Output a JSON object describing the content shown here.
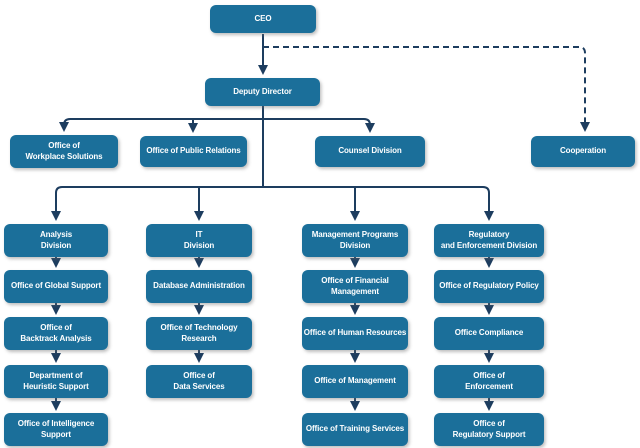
{
  "colors": {
    "background": "#ffffff",
    "node_fill": "#1b6f9a",
    "node_text": "#ffffff",
    "connector": "#1d3d5f"
  },
  "nodes": {
    "ceo": "CEO",
    "deputy_director": "Deputy Director",
    "workplace_solutions": "Office of\nWorkplace Solutions",
    "public_relations": "Office of Public Relations",
    "counsel_division": "Counsel Division",
    "cooperation": "Cooperation",
    "analysis_division": "Analysis\nDivision",
    "global_support": "Office of Global Support",
    "backtrack_analysis": "Office of\nBacktrack Analysis",
    "heuristic_support": "Department of\nHeuristic Support",
    "intelligence_support": "Office of Intelligence\nSupport",
    "it_division": "IT\nDivision",
    "database_administration": "Database Administration",
    "technology_research": "Office of Technology\nResearch",
    "data_services": "Office of\nData Services",
    "management_programs_division": "Management Programs\nDivision",
    "financial_management": "Office of Financial\nManagement",
    "human_resources": "Office of Human Resources",
    "office_of_management": "Office of Management",
    "training_services": "Office of Training Services",
    "regulatory_enforcement_division": "Regulatory\nand Enforcement Division",
    "regulatory_policy": "Office of Regulatory Policy",
    "office_compliance": "Office Compliance",
    "enforcement": "Office of\nEnforcement",
    "regulatory_support": "Office of\nRegulatory Support"
  },
  "edges": [
    {
      "from": "ceo",
      "to": "deputy_director",
      "style": "solid"
    },
    {
      "from": "ceo",
      "to": "cooperation",
      "style": "dashed"
    },
    {
      "from": "deputy_director",
      "to": "workplace_solutions",
      "style": "solid"
    },
    {
      "from": "deputy_director",
      "to": "public_relations",
      "style": "solid"
    },
    {
      "from": "deputy_director",
      "to": "counsel_division",
      "style": "solid"
    },
    {
      "from": "deputy_director",
      "to": "analysis_division",
      "style": "solid"
    },
    {
      "from": "deputy_director",
      "to": "it_division",
      "style": "solid"
    },
    {
      "from": "deputy_director",
      "to": "management_programs_division",
      "style": "solid"
    },
    {
      "from": "deputy_director",
      "to": "regulatory_enforcement_division",
      "style": "solid"
    },
    {
      "from": "analysis_division",
      "to": "global_support",
      "style": "solid"
    },
    {
      "from": "global_support",
      "to": "backtrack_analysis",
      "style": "solid"
    },
    {
      "from": "backtrack_analysis",
      "to": "heuristic_support",
      "style": "solid"
    },
    {
      "from": "heuristic_support",
      "to": "intelligence_support",
      "style": "solid"
    },
    {
      "from": "it_division",
      "to": "database_administration",
      "style": "solid"
    },
    {
      "from": "database_administration",
      "to": "technology_research",
      "style": "solid"
    },
    {
      "from": "technology_research",
      "to": "data_services",
      "style": "solid"
    },
    {
      "from": "management_programs_division",
      "to": "financial_management",
      "style": "solid"
    },
    {
      "from": "financial_management",
      "to": "human_resources",
      "style": "solid"
    },
    {
      "from": "human_resources",
      "to": "office_of_management",
      "style": "solid"
    },
    {
      "from": "office_of_management",
      "to": "training_services",
      "style": "solid"
    },
    {
      "from": "regulatory_enforcement_division",
      "to": "regulatory_policy",
      "style": "solid"
    },
    {
      "from": "regulatory_policy",
      "to": "office_compliance",
      "style": "solid"
    },
    {
      "from": "office_compliance",
      "to": "enforcement",
      "style": "solid"
    },
    {
      "from": "enforcement",
      "to": "regulatory_support",
      "style": "solid"
    }
  ]
}
